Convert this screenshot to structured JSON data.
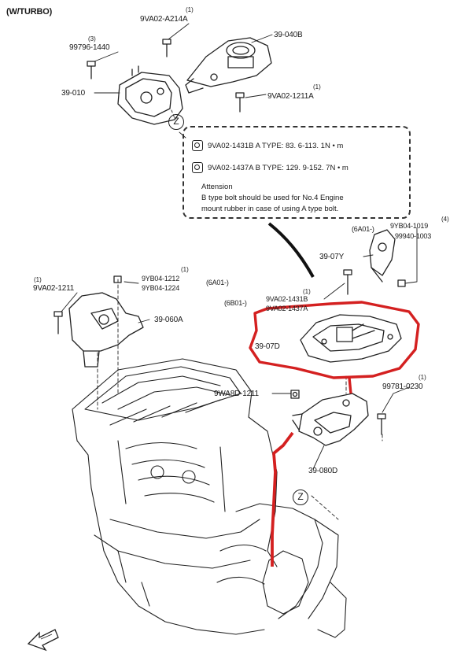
{
  "header": {
    "variant": "(W/TURBO)"
  },
  "labels": {
    "p1": "9VA02-A214A",
    "p1n": "(1)",
    "p2": "39-040B",
    "p3": "99796-1440",
    "p3n": "(3)",
    "p4": "39-010",
    "p5": "9VA02-1211A",
    "p5n": "(1)",
    "p6": "39-07Y",
    "p7": "9YB04-1019",
    "p7n": "(4)",
    "p8": "99940-1003",
    "p8grp": "(6A01-)",
    "p9": "9VA02-1211",
    "p9n": "(1)",
    "p10": "9YB04-1212",
    "p10n": "(1)",
    "p11": "9YB04-1224",
    "p11grp": "(6A01-)",
    "p12": "39-060A",
    "p13": "9VA02-1431B",
    "p13n": "(1)",
    "p14": "9VA02-1437A",
    "p14grp": "(6B01-)",
    "p15": "39-07D",
    "p16": "9WA8D-1211",
    "p17": "99781-0230",
    "p17n": "(1)",
    "p18": "39-080D",
    "z": "Z"
  },
  "note": {
    "spec_a": "9VA02-1431B  A TYPE: 83. 6-113. 1N • m",
    "spec_b": "9VA02-1437A  B TYPE: 129. 9-152. 7N • m",
    "attention_title": "Attension",
    "attention_line1": "B type bolt should be used for No.4 Engine",
    "attention_line2": "mount rubber in case of using A type bolt."
  },
  "colors": {
    "highlight": "#d42020",
    "ink": "#222222"
  },
  "icons": {
    "front_arrow": "front-arrow-icon",
    "tighten": "torque-icon"
  }
}
